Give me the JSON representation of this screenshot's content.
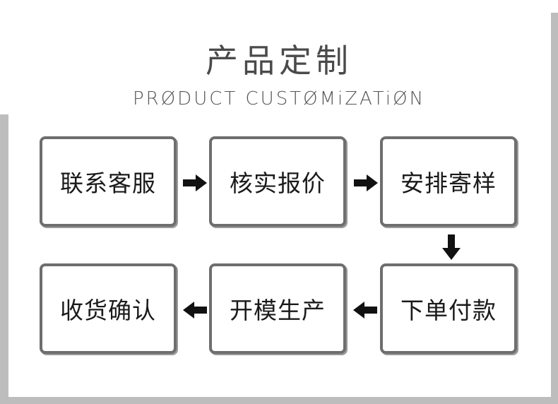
{
  "header": {
    "title_cn": "产品定制",
    "title_en": "PRØDUCT CUSTØMiZATiØN"
  },
  "flow": {
    "steps": [
      {
        "label": "联系客服"
      },
      {
        "label": "核实报价"
      },
      {
        "label": "安排寄样"
      },
      {
        "label": "下单付款"
      },
      {
        "label": "开模生产"
      },
      {
        "label": "收货确认"
      }
    ]
  },
  "colors": {
    "box_border": "#6e6e6e",
    "text": "#1a1a1a",
    "arrow": "#111111",
    "frame": "#bdbdbd"
  },
  "icons": {
    "arrow_right": "arrow-right-icon",
    "arrow_down": "arrow-down-icon",
    "arrow_left": "arrow-left-icon"
  }
}
